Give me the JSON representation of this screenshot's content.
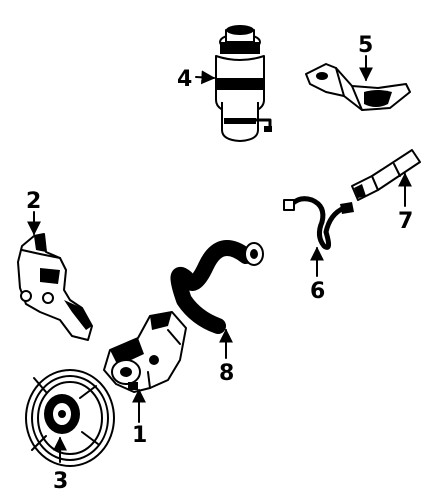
{
  "colors": {
    "ink": "#000000",
    "paper": "#ffffff"
  },
  "callouts": [
    "1",
    "2",
    "3",
    "4",
    "5",
    "6",
    "7",
    "8"
  ],
  "parts": [
    {
      "callout": "1",
      "icon": "power-steering-pump-icon"
    },
    {
      "callout": "2",
      "icon": "mounting-bracket-icon"
    },
    {
      "callout": "3",
      "icon": "pulley-icon"
    },
    {
      "callout": "4",
      "icon": "fluid-reservoir-icon"
    },
    {
      "callout": "5",
      "icon": "reservoir-bracket-icon"
    },
    {
      "callout": "6",
      "icon": "pressure-hose-icon"
    },
    {
      "callout": "7",
      "icon": "return-hose-icon"
    },
    {
      "callout": "8",
      "icon": "hose-icon"
    }
  ]
}
